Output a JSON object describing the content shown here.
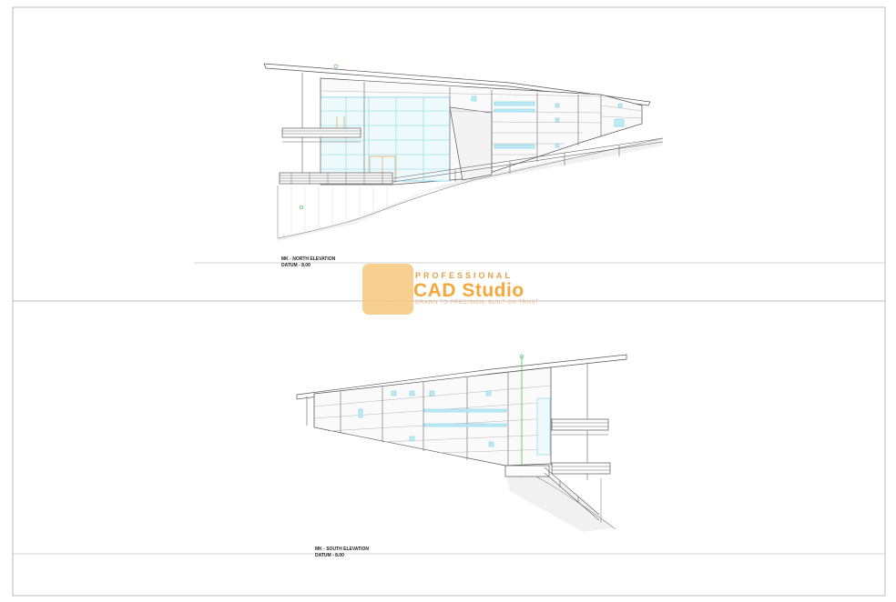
{
  "drawings": [
    {
      "title": "MK - NORTH ELEVATION",
      "datum": "DATUM - 8.00"
    },
    {
      "title": "MK - SOUTH ELEVATION",
      "datum": "DATUM - 8.00"
    }
  ],
  "watermark": {
    "top": "PROFESSIONAL",
    "main": "CAD Studio",
    "tagline": "DRAWN TO PRECISION, BUILT ON TRUST"
  },
  "colors": {
    "line": "#555555",
    "glass": "#7fd3ea",
    "accent": "#f3a73d",
    "green": "#4cc05a"
  }
}
